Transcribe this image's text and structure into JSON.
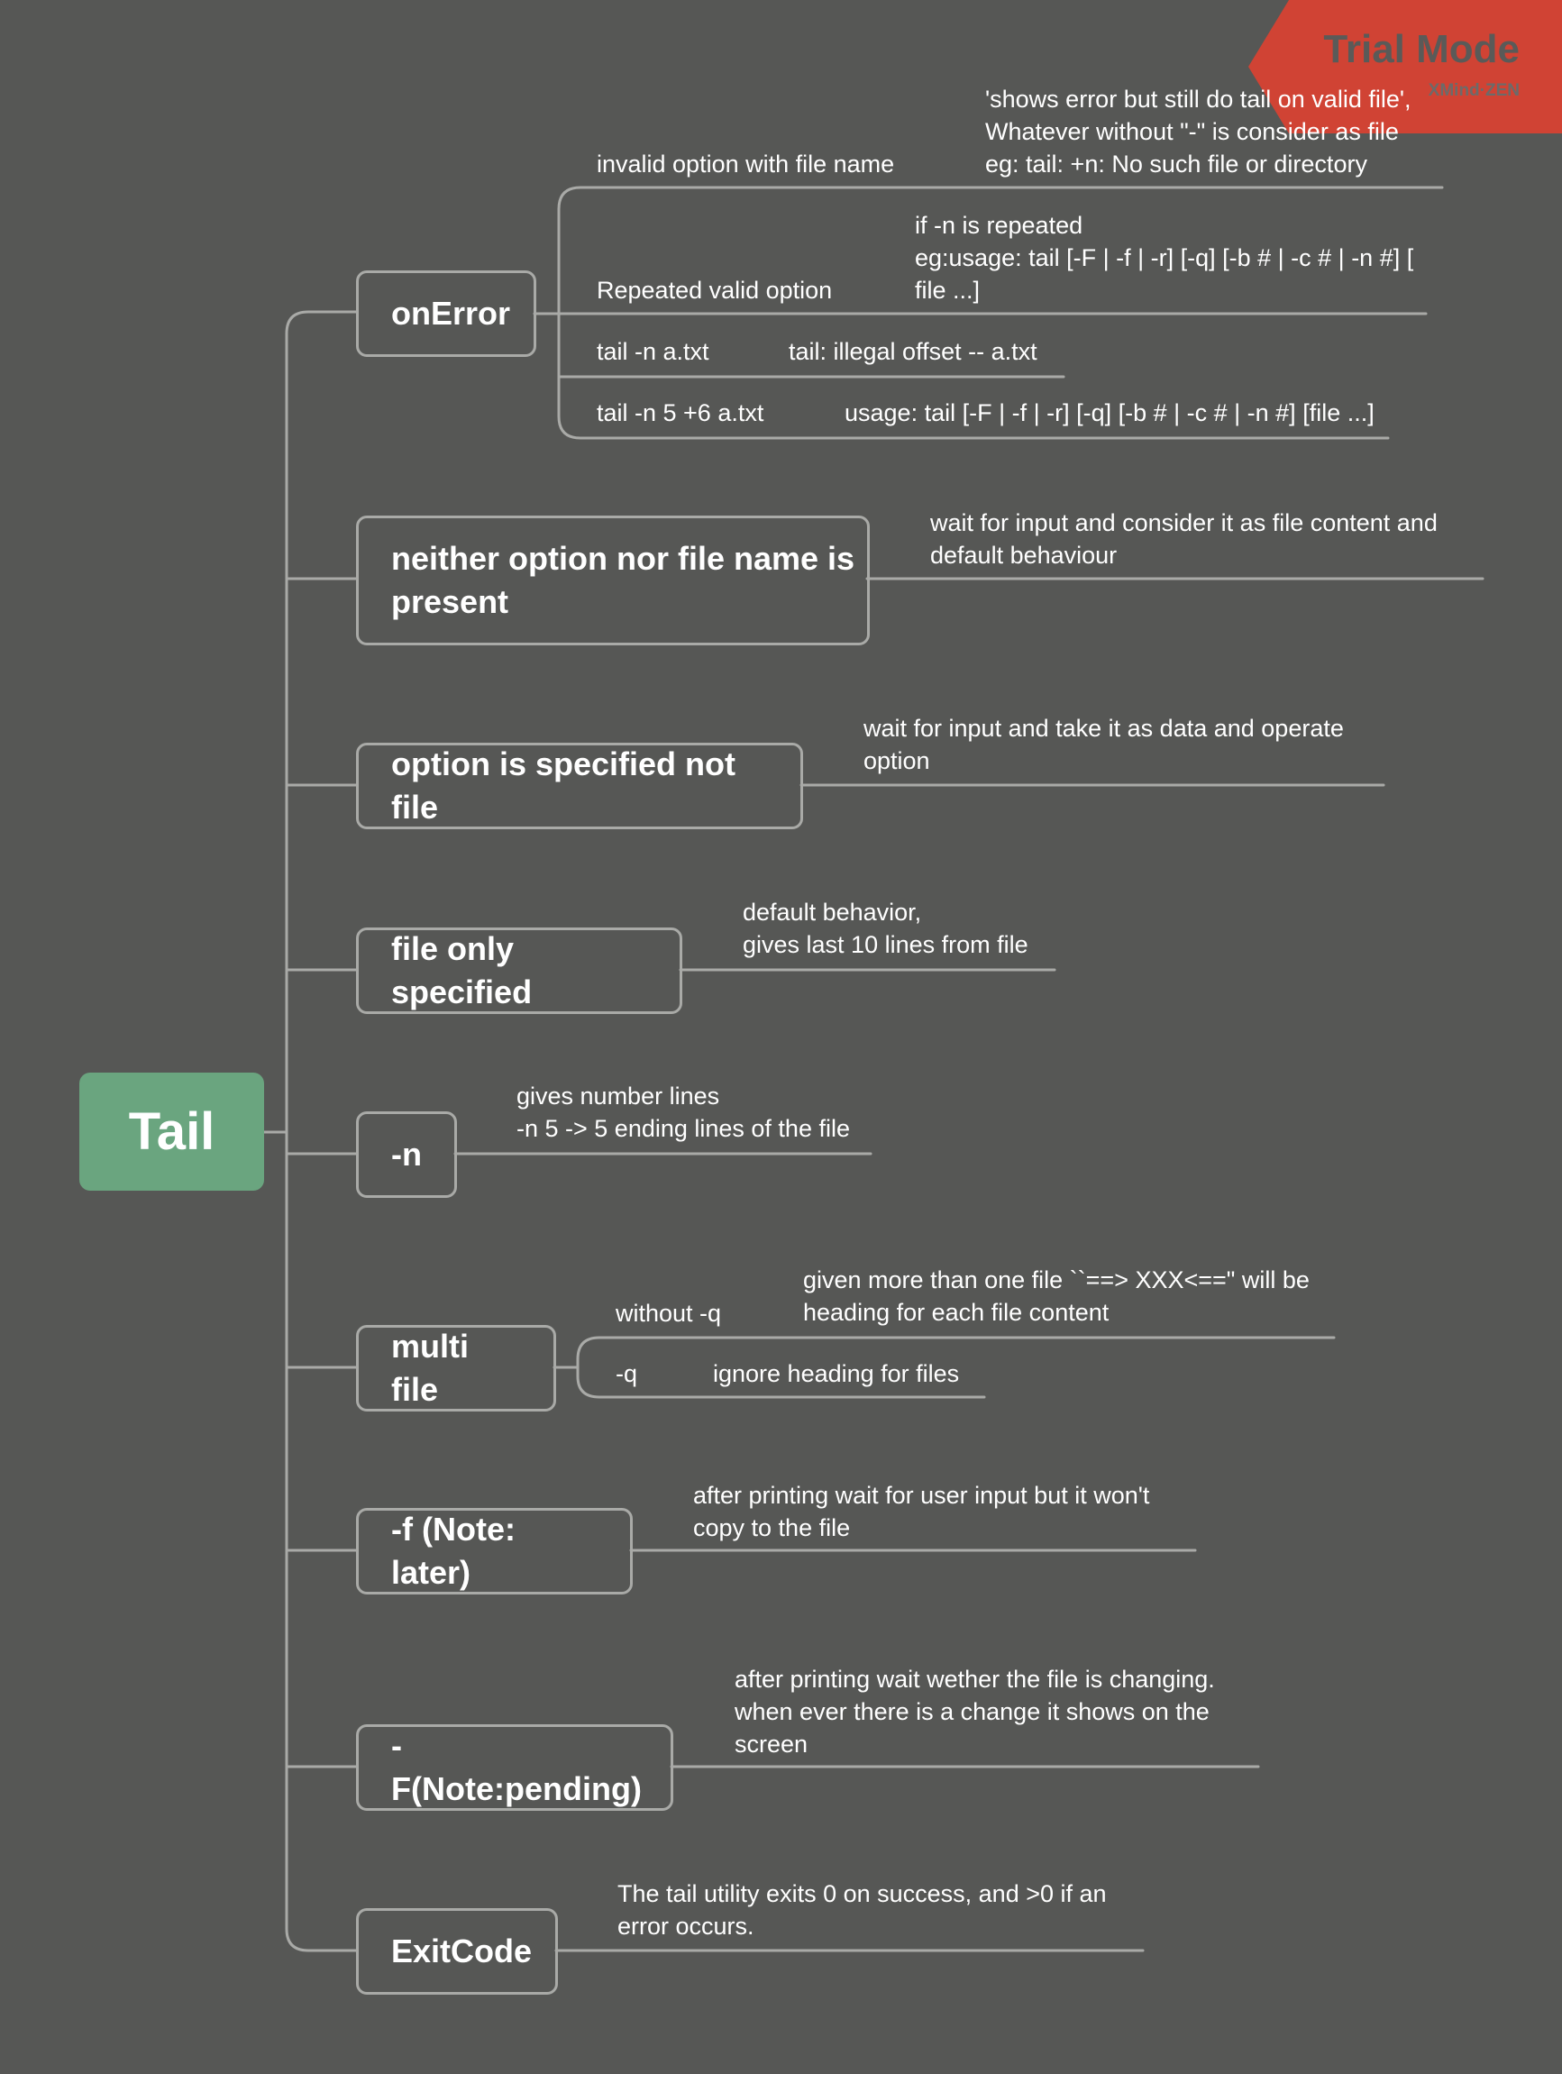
{
  "root": {
    "label": "Tail"
  },
  "branches": {
    "onerror": {
      "label": "onError",
      "items": [
        {
          "label": "invalid option with file name",
          "note": "'shows error but still do tail on valid file',\nWhatever without \"-\" is consider as file\neg: tail: +n: No such file or directory"
        },
        {
          "label": "Repeated valid option",
          "note": "if -n is repeated\neg:usage: tail [-F | -f | -r] [-q] [-b # | -c # | -n #] [\nfile ...]"
        },
        {
          "label": "tail -n a.txt",
          "note": "tail: illegal offset -- a.txt"
        },
        {
          "label": "tail -n 5 +6 a.txt",
          "note": "usage: tail [-F | -f | -r] [-q] [-b # | -c # | -n #] [file ...]"
        }
      ]
    },
    "neither": {
      "label": "neither option nor file name is\npresent",
      "note": "wait for input and consider it as file content and\ndefault behaviour"
    },
    "option_not_file": {
      "label": "option is specified not file",
      "note": "wait for input and take it as data and operate\noption"
    },
    "file_only": {
      "label": "file only specified",
      "note": "default behavior,\ngives last 10 lines from file"
    },
    "n": {
      "label": "-n",
      "note": "gives number lines\n-n 5 -> 5 ending lines of the file"
    },
    "multi": {
      "label": "multi file",
      "items": [
        {
          "label": "without -q",
          "note": "given more than one file ``==> XXX<==\" will be\nheading for each file content"
        },
        {
          "label": "-q",
          "note": "ignore heading for files"
        }
      ]
    },
    "f": {
      "label": "-f (Note: later)",
      "note": "after printing wait for user input but it won't\ncopy to the file"
    },
    "F": {
      "label": "-F(Note:pending)",
      "note": "after printing wait wether the file is changing.\nwhen ever there is a change it shows on the\nscreen"
    },
    "exit": {
      "label": "ExitCode",
      "note": "The tail utility exits 0 on success, and >0 if an\nerror occurs."
    }
  },
  "watermark": {
    "title": "Trial Mode",
    "brand": "XMind·ZEN"
  },
  "colors": {
    "background": "#565755",
    "root": "#6aa57f",
    "line": "#a9aaa7",
    "watermark": "#d04334"
  }
}
